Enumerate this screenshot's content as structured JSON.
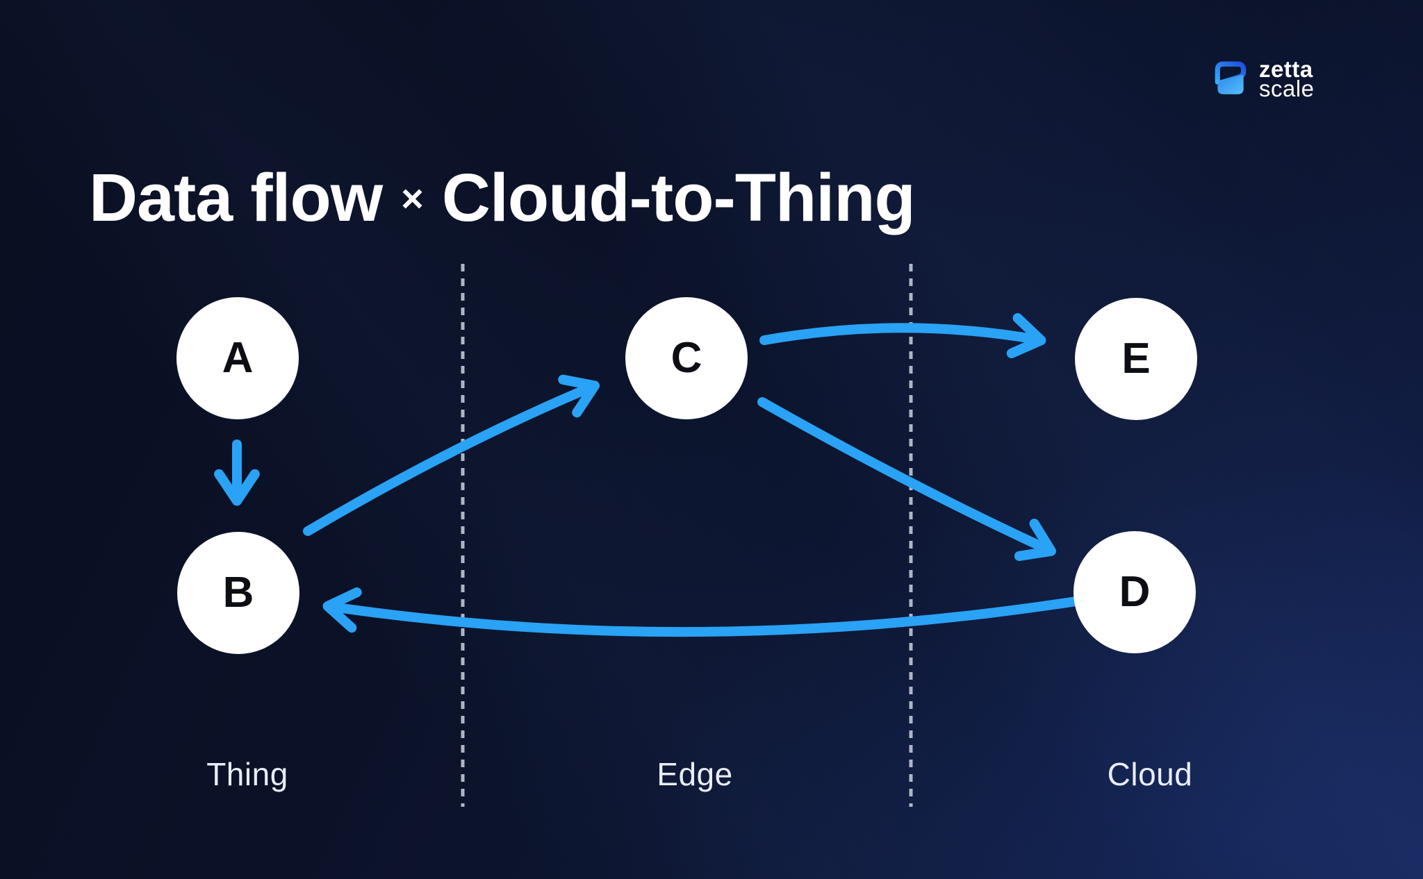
{
  "logo": {
    "line1": "zetta",
    "line2": "scale"
  },
  "title": {
    "part1": "Data flow",
    "separator": "×",
    "part2": "Cloud-to-Thing"
  },
  "diagram": {
    "nodes": [
      {
        "id": "A",
        "label": "A",
        "zone": "Thing"
      },
      {
        "id": "B",
        "label": "B",
        "zone": "Thing"
      },
      {
        "id": "C",
        "label": "C",
        "zone": "Edge"
      },
      {
        "id": "D",
        "label": "D",
        "zone": "Cloud"
      },
      {
        "id": "E",
        "label": "E",
        "zone": "Cloud"
      }
    ],
    "edges": [
      {
        "from": "A",
        "to": "B"
      },
      {
        "from": "B",
        "to": "C"
      },
      {
        "from": "C",
        "to": "E"
      },
      {
        "from": "C",
        "to": "D"
      },
      {
        "from": "D",
        "to": "B"
      }
    ],
    "zones": [
      {
        "label": "Thing"
      },
      {
        "label": "Edge"
      },
      {
        "label": "Cloud"
      }
    ],
    "colors": {
      "arrow": "#2aa2f5",
      "divider": "#aeb6c6",
      "node_fill": "#ffffff",
      "node_text": "#0c0e13",
      "background_dark": "#0a0f21",
      "background_light": "#142250"
    }
  }
}
